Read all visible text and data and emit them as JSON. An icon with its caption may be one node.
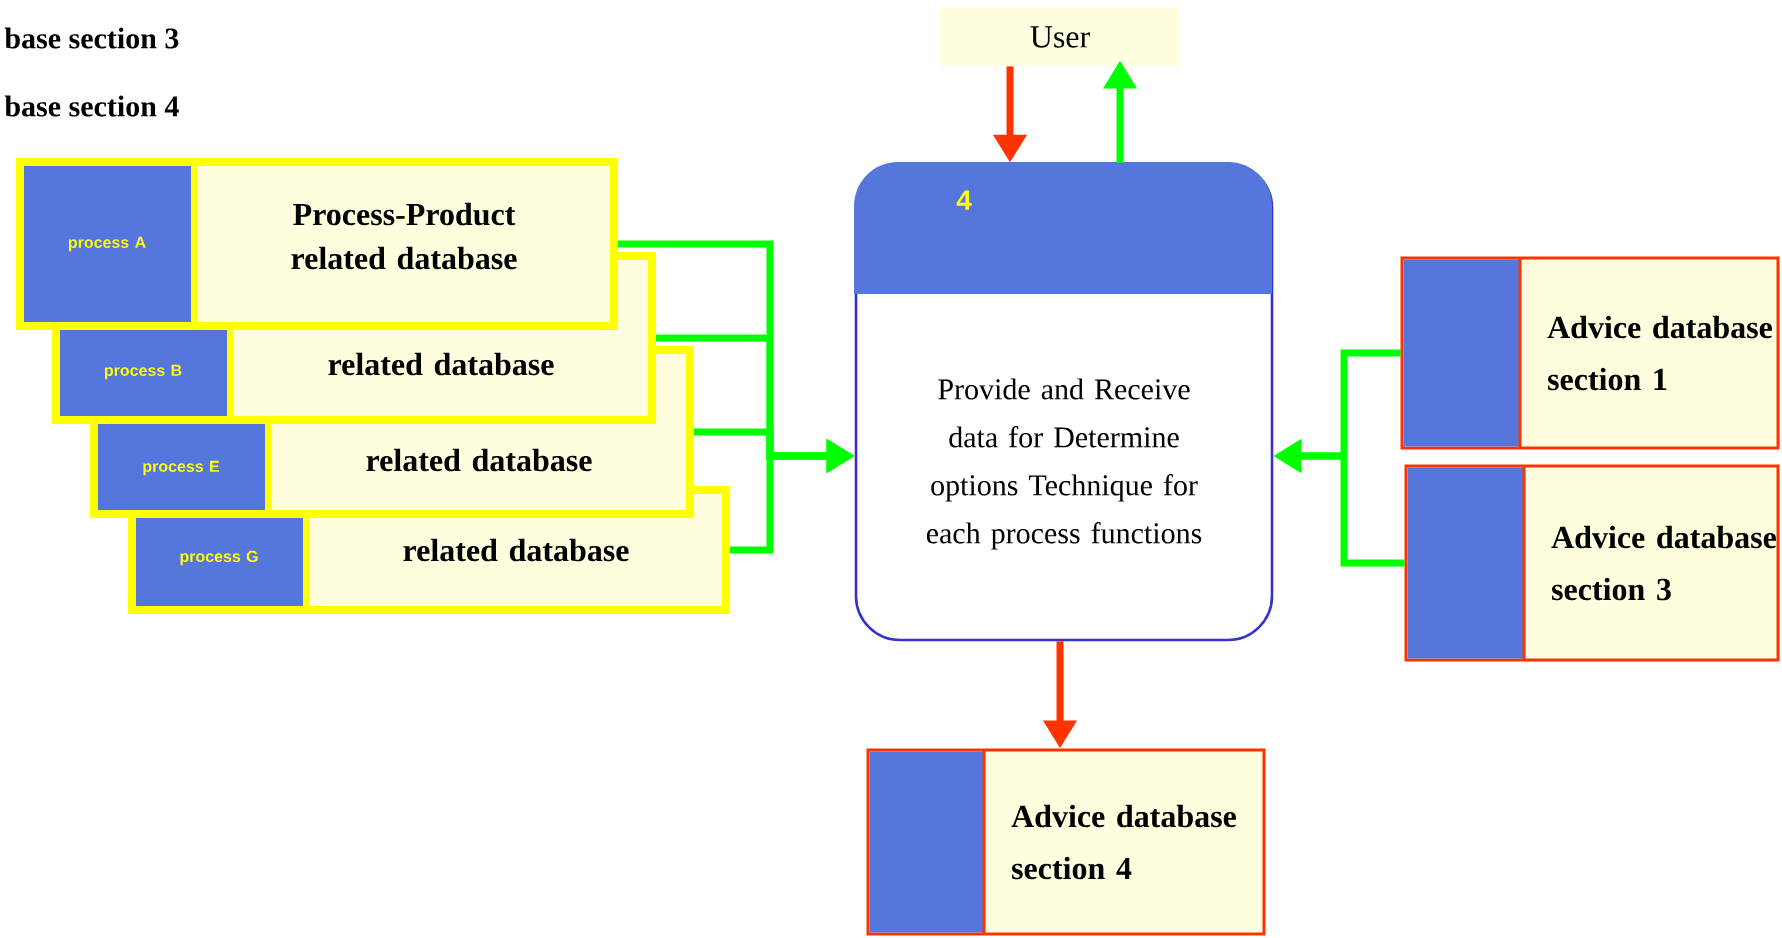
{
  "diagram": {
    "nodes": [
      {
        "text": [
          "User"
        ]
      },
      {
        "text": [
          "4",
          "Provide and Receive data for Determine options Technique for each process functions"
        ]
      },
      {
        "text": [
          "process A",
          "Process-Product related database"
        ]
      },
      {
        "text": [
          "process B",
          "related database"
        ]
      },
      {
        "text": [
          "process E",
          "related database"
        ]
      },
      {
        "text": [
          "process G",
          "related database"
        ]
      },
      {
        "text": [
          "Advice database section 1"
        ]
      },
      {
        "text": [
          "Advice database section 3"
        ]
      },
      {
        "text": [
          "Advice database section 4"
        ]
      }
    ],
    "edges": [
      {
        "from": 0,
        "to": 1,
        "arrow": "to",
        "color": "#ff3300"
      },
      {
        "from": 1,
        "to": 0,
        "arrow": "to"
      },
      {
        "from": 2,
        "to": 1,
        "arrow": "to"
      },
      {
        "from": 3,
        "to": 1,
        "arrow": "to"
      },
      {
        "from": 4,
        "to": 1,
        "arrow": "to"
      },
      {
        "from": 5,
        "to": 1,
        "arrow": "to"
      },
      {
        "from": 6,
        "to": 1,
        "arrow": "to"
      },
      {
        "from": 7,
        "to": 1,
        "arrow": "to"
      },
      {
        "from": 1,
        "to": 8,
        "arrow": "to",
        "color": "#ff3300"
      }
    ],
    "labels": [
      "base section 3",
      "base section 4"
    ]
  }
}
